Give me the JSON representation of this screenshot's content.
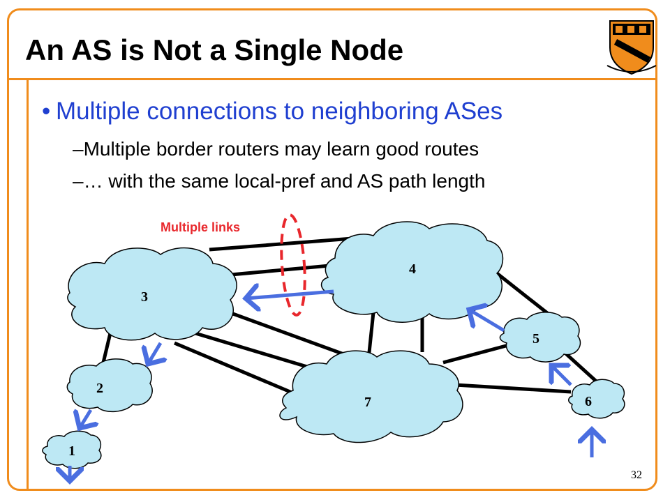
{
  "slide": {
    "title": "An AS is Not a Single Node",
    "bullet": "Multiple connections to neighboring ASes",
    "sub_bullets": [
      "–Multiple border routers may learn good routes",
      "–… with the same local-pref and AS path length"
    ],
    "page_number": "32"
  },
  "diagram": {
    "annotation": "Multiple links",
    "nodes": [
      {
        "id": "3",
        "label": "3"
      },
      {
        "id": "4",
        "label": "4"
      },
      {
        "id": "2",
        "label": "2"
      },
      {
        "id": "7",
        "label": "7"
      },
      {
        "id": "5",
        "label": "5"
      },
      {
        "id": "6",
        "label": "6"
      },
      {
        "id": "1",
        "label": "1"
      }
    ]
  },
  "colors": {
    "frame": "#f08c1c",
    "bullet": "#1f3fd0",
    "cloud_fill": "#bde8f4",
    "arrow": "#4a6ee0",
    "annotation": "#e8272c",
    "logo_orange": "#f08c1c"
  },
  "icons": {
    "logo": "princeton-shield-icon"
  }
}
